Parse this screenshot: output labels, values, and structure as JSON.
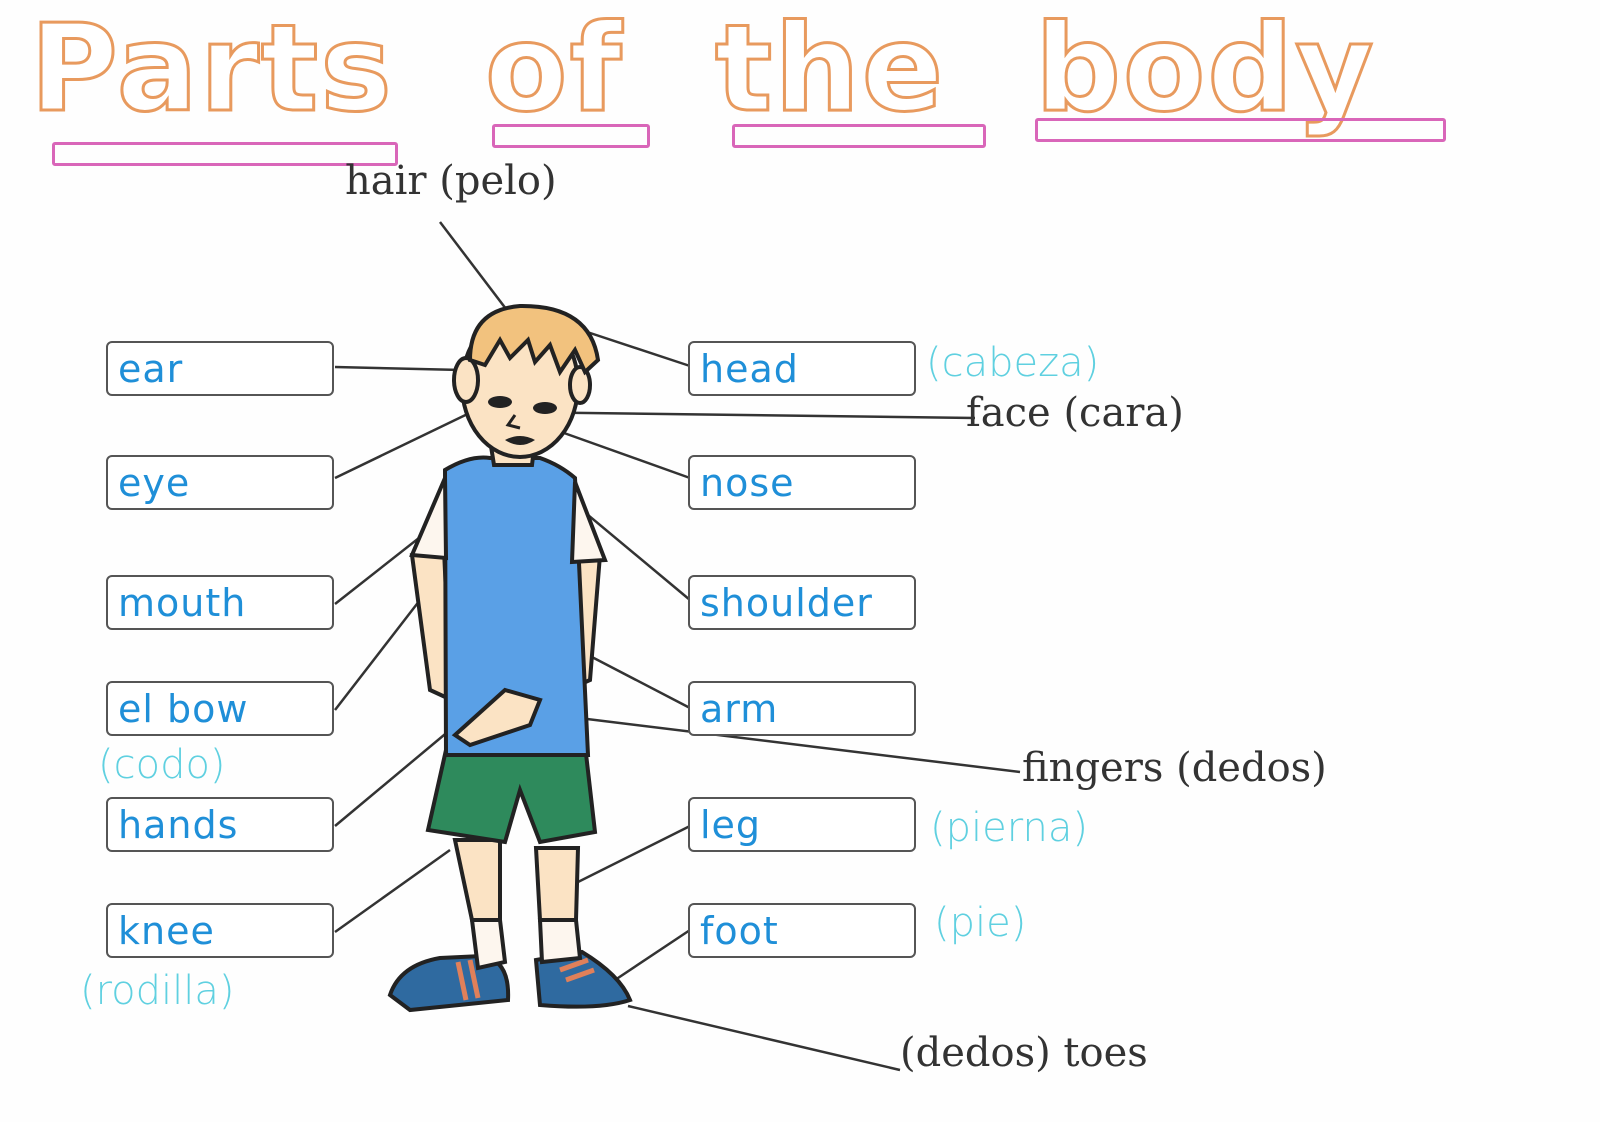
{
  "title": {
    "words": [
      "Parts",
      "of",
      "the",
      "body"
    ],
    "stroke_color": "#e89a5e",
    "underline_color": "#d966b9"
  },
  "colors": {
    "label_text": "#1f8fd8",
    "translation_text": "#5fd0e0",
    "annotation_text": "#333333",
    "leader_line": "#333333",
    "hair": "#f2c27e",
    "skin": "#fbe3c4",
    "shirt": "#5aa0e6",
    "shorts": "#2e8a5c",
    "shoes": "#2f6aa0",
    "shoe_stripe": "#e0805a",
    "socks": "#fdf6ee"
  },
  "left_labels": [
    {
      "id": "ear",
      "label": "ear"
    },
    {
      "id": "eye",
      "label": "eye"
    },
    {
      "id": "mouth",
      "label": "mouth"
    },
    {
      "id": "elbow",
      "label": "el bow",
      "translation": "(codo)"
    },
    {
      "id": "hands",
      "label": "hands"
    },
    {
      "id": "knee",
      "label": "knee",
      "translation": "(rodilla)"
    }
  ],
  "right_labels": [
    {
      "id": "head",
      "label": "head",
      "translation": "(cabeza)"
    },
    {
      "id": "nose",
      "label": "nose"
    },
    {
      "id": "shoulder",
      "label": "shoulder"
    },
    {
      "id": "arm",
      "label": "arm"
    },
    {
      "id": "leg",
      "label": "leg",
      "translation": "(pierna)"
    },
    {
      "id": "foot",
      "label": "foot",
      "translation": "(pie)"
    }
  ],
  "annotations": {
    "hair": "hair (pelo)",
    "face": "face (cara)",
    "fingers": "fingers (dedos)",
    "toes": "(dedos) toes"
  }
}
